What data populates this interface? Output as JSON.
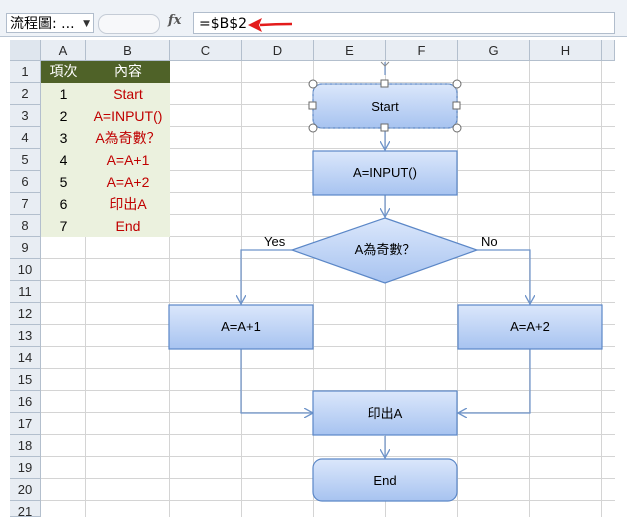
{
  "formula_bar": {
    "name_box": "流程圖: ...",
    "fx_label": "fx",
    "formula": "=$B$2"
  },
  "columns": [
    "A",
    "B",
    "C",
    "D",
    "E",
    "F",
    "G",
    "H"
  ],
  "rows": [
    "1",
    "2",
    "3",
    "4",
    "5",
    "6",
    "7",
    "8",
    "9",
    "10",
    "11",
    "12",
    "13",
    "14",
    "15",
    "16",
    "17",
    "18",
    "19",
    "20",
    "21"
  ],
  "table": {
    "header": [
      "項次",
      "內容"
    ],
    "rows": [
      [
        "1",
        "Start"
      ],
      [
        "2",
        "A=INPUT()"
      ],
      [
        "3",
        "A為奇數？"
      ],
      [
        "4",
        "A=A+1"
      ],
      [
        "5",
        "A=A+2"
      ],
      [
        "6",
        "印出A"
      ],
      [
        "7",
        "End"
      ]
    ]
  },
  "flowchart": {
    "start": "Start",
    "input": "A=INPUT()",
    "decision": "A為奇數？",
    "yes_label": "Yes",
    "no_label": "No",
    "left_process": "A=A+1",
    "right_process": "A=A+2",
    "print": "印出A",
    "end": "End"
  },
  "colors": {
    "header_fill": "#4f6228",
    "data_fill": "#ebf1de",
    "data_text": "#c00000",
    "shape_fill_top": "#dbe7fb",
    "shape_fill_bottom": "#a7c3f0",
    "shape_border": "#5b87c7",
    "connector": "#6d93c9",
    "annotation_arrow": "#e31b1b"
  }
}
